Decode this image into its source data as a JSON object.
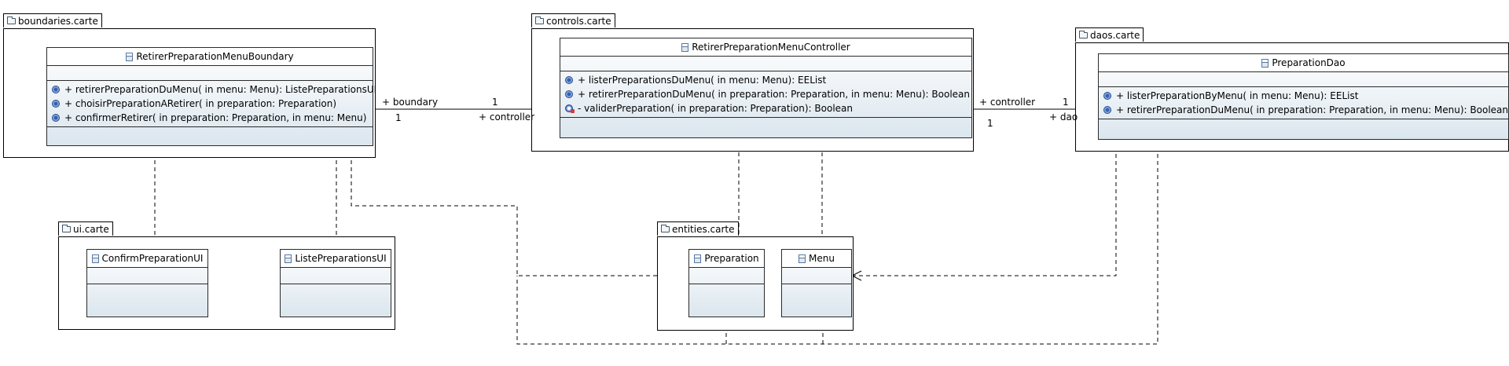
{
  "packages": {
    "boundaries": {
      "name": "boundaries.carte"
    },
    "controls": {
      "name": "controls.carte"
    },
    "daos": {
      "name": "daos.carte"
    },
    "ui": {
      "name": "ui.carte"
    },
    "entities": {
      "name": "entities.carte"
    }
  },
  "classes": {
    "boundary": {
      "name": "RetirerPreparationMenuBoundary",
      "operations": [
        {
          "visibility": "public",
          "text": "+ retirerPreparationDuMenu(  in menu: Menu): ListePreparationsUI"
        },
        {
          "visibility": "public",
          "text": "+ choisirPreparationARetirer(  in preparation: Preparation)"
        },
        {
          "visibility": "public",
          "text": "+ confirmerRetirer(  in preparation: Preparation,   in menu: Menu)"
        }
      ]
    },
    "controller": {
      "name": "RetirerPreparationMenuController",
      "operations": [
        {
          "visibility": "public",
          "text": "+ listerPreparationsDuMenu(  in menu: Menu): EEList"
        },
        {
          "visibility": "public",
          "text": "+ retirerPreparationDuMenu(  in preparation: Preparation,   in menu: Menu): Boolean"
        },
        {
          "visibility": "private",
          "text": "- validerPreparation(  in preparation: Preparation): Boolean"
        }
      ]
    },
    "dao": {
      "name": "PreparationDao",
      "operations": [
        {
          "visibility": "public",
          "text": "+ listerPreparationByMenu(  in menu: Menu): EEList"
        },
        {
          "visibility": "public",
          "text": "+ retirerPreparationDuMenu(  in preparation: Preparation,   in menu: Menu): Boolean"
        }
      ]
    },
    "confirm_ui": {
      "name": "ConfirmPreparationUI"
    },
    "liste_ui": {
      "name": "ListePreparationsUI"
    },
    "preparation": {
      "name": "Preparation"
    },
    "menu": {
      "name": "Menu"
    }
  },
  "associations": {
    "boundary_controller": {
      "source_role": "+ boundary",
      "source_multiplicity": "1",
      "target_role": "+ controller",
      "target_multiplicity": "1"
    },
    "controller_dao": {
      "source_role": "+ controller",
      "source_multiplicity": "1",
      "target_role": "+ dao",
      "target_multiplicity": "1"
    }
  },
  "colors": {
    "class_gradient_bottom": "#dbe6ee",
    "line": "#000000",
    "public_icon": "#2e5fb0",
    "private_marker": "#d13b3b"
  }
}
